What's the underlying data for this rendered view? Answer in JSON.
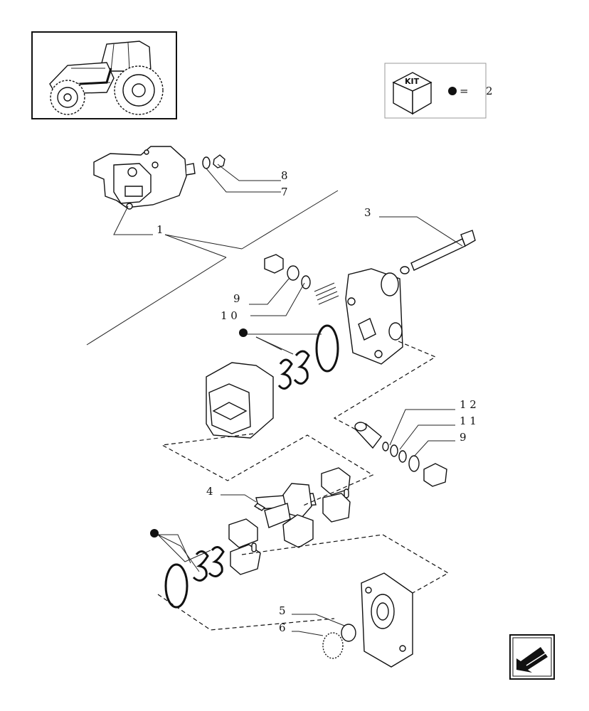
{
  "kit_legend": {
    "kit_label": "KIT",
    "equals": "=",
    "value": "2"
  },
  "callouts": {
    "c1": "1",
    "c3": "3",
    "c4": "4",
    "c5": "5",
    "c6": "6",
    "c7": "7",
    "c8": "8",
    "c9a": "9",
    "c10": "1 0",
    "c11": "1 1",
    "c12": "1 2",
    "c9b": "9"
  },
  "icons": {
    "thumbnail": "tractor-thumbnail-icon",
    "kit": "kit-box-icon",
    "kit_marker": "filled-dot-icon",
    "nav": "back-arrow-icon"
  },
  "colors": {
    "ink": "#111111",
    "paper": "#ffffff",
    "frame": "#999999"
  }
}
